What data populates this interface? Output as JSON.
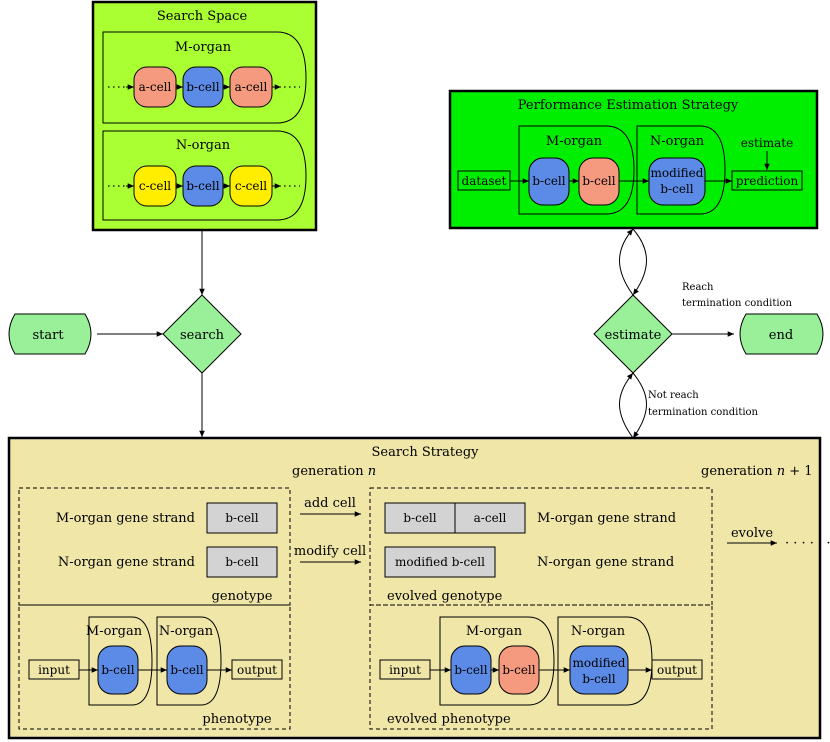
{
  "colors": {
    "search_space_bg": "#aaff33",
    "perf_bg": "#00ee00",
    "strategy_bg": "#efe6a8",
    "a_cell": "#f59a7e",
    "b_cell": "#5b8be6",
    "c_cell": "#ffee00",
    "node": "#99f099",
    "gene_box": "#d3d3d3"
  },
  "search_space": {
    "title": "Search Space",
    "m_organ": {
      "label": "M-organ",
      "cells": [
        "a-cell",
        "b-cell",
        "a-cell"
      ]
    },
    "n_organ": {
      "label": "N-organ",
      "cells": [
        "c-cell",
        "b-cell",
        "c-cell"
      ]
    }
  },
  "performance": {
    "title": "Performance Estimation Strategy",
    "dataset": "dataset",
    "m_organ": {
      "label": "M-organ",
      "cells": [
        "b-cell",
        "b-cell"
      ]
    },
    "n_organ": {
      "label": "N-organ",
      "cell_line1": "modified",
      "cell_line2": "b-cell"
    },
    "estimate_label": "estimate",
    "prediction": "prediction"
  },
  "flow": {
    "start": "start",
    "search": "search",
    "estimate": "estimate",
    "end": "end",
    "reach_line1": "Reach",
    "reach_line2": "termination condition",
    "not_reach_line1": "Not reach",
    "not_reach_line2": "termination condition"
  },
  "strategy": {
    "title": "Search Strategy",
    "generation_n_prefix": "generation ",
    "generation_n_var": "n",
    "generation_n1_prefix": "generation ",
    "generation_n1_var": "n",
    "generation_n1_suffix": " + 1",
    "genotype": {
      "m_label": "M-organ gene strand",
      "m_gene": "b-cell",
      "n_label": "N-organ gene strand",
      "n_gene": "b-cell",
      "caption": "genotype"
    },
    "add_cell": "add cell",
    "modify_cell": "modify cell",
    "evolved_genotype": {
      "m_genes": [
        "b-cell",
        "a-cell"
      ],
      "m_label": "M-organ gene strand",
      "n_gene": "modified b-cell",
      "n_label": "N-organ gene strand",
      "caption": "evolved genotype"
    },
    "phenotype": {
      "input": "input",
      "m_organ": "M-organ",
      "m_cell": "b-cell",
      "n_organ": "N-organ",
      "n_cell": "b-cell",
      "output": "output",
      "caption": "phenotype"
    },
    "evolved_phenotype": {
      "input": "input",
      "m_organ": "M-organ",
      "m_cells": [
        "b-cell",
        "b-cell"
      ],
      "n_organ": "N-organ",
      "n_cell_line1": "modified",
      "n_cell_line2": "b-cell",
      "output": "output",
      "caption": "evolved phenotype"
    },
    "evolve": "evolve",
    "ellipsis": "· · · · · ·"
  }
}
